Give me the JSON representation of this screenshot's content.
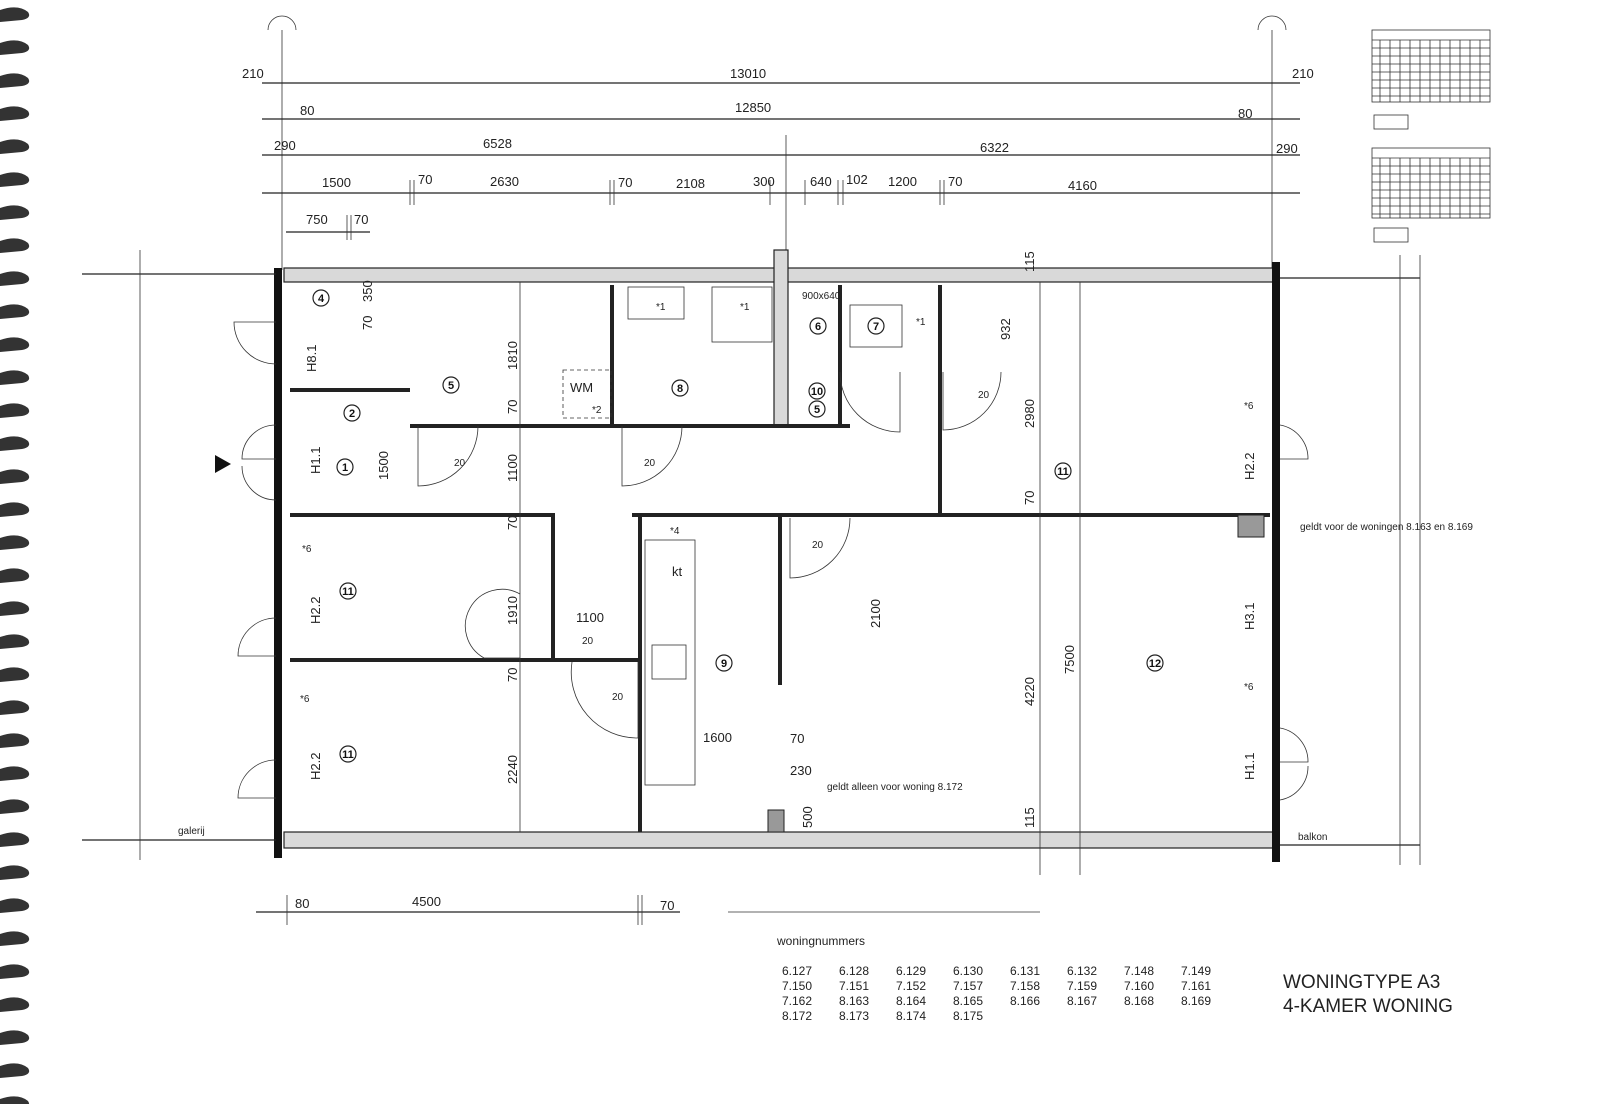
{
  "title": {
    "line1": "WONINGTYPE A3",
    "line2": "4-KAMER WONING"
  },
  "dimensions": {
    "row1": [
      "210",
      "13010",
      "210"
    ],
    "row2": [
      "80",
      "12850",
      "80"
    ],
    "row3": [
      "290",
      "6528",
      "6322",
      "290"
    ],
    "row4": [
      "1500",
      "70",
      "2630",
      "70",
      "2108",
      "300",
      "640",
      "102",
      "1200",
      "70",
      "4160"
    ],
    "row5": [
      "750",
      "70"
    ],
    "bottom": [
      "80",
      "4500",
      "70"
    ],
    "interior": [
      "70",
      "350",
      "1810",
      "70",
      "1100",
      "1500",
      "932",
      "2980",
      "70",
      "115",
      "1910",
      "70",
      "1100",
      "2240",
      "70",
      "2100",
      "4220",
      "7500",
      "1600",
      "70",
      "230",
      "500",
      "115",
      "20",
      "20",
      "20",
      "20",
      "20",
      "20",
      "20"
    ]
  },
  "rooms": [
    "1",
    "2",
    "4",
    "5",
    "8",
    "6",
    "7",
    "10",
    "5",
    "11",
    "11",
    "11",
    "9",
    "12"
  ],
  "codes": [
    "H8.1",
    "H1.1",
    "H2.2",
    "H2.2",
    "H2.2",
    "H3.1",
    "H1.1",
    "WM",
    "kt",
    "900x640"
  ],
  "markers": [
    "*1",
    "*1",
    "*1",
    "*2",
    "*4",
    "*6",
    "*6",
    "*6",
    "*6"
  ],
  "notes": {
    "galerij": "galerij",
    "balkon": "balkon",
    "geldt_voor": "geldt voor de woningen 8.163 en 8.169",
    "geldt_alleen": "geldt alleen voor woning 8.172"
  },
  "table": {
    "heading": "woningnummers",
    "rows": [
      [
        "6.127",
        "6.128",
        "6.129",
        "6.130",
        "6.131",
        "6.132",
        "7.148",
        "7.149"
      ],
      [
        "7.150",
        "7.151",
        "7.152",
        "7.157",
        "7.158",
        "7.159",
        "7.160",
        "7.161"
      ],
      [
        "7.162",
        "8.163",
        "8.164",
        "8.165",
        "8.166",
        "8.167",
        "8.168",
        "8.169"
      ],
      [
        "8.172",
        "8.173",
        "8.174",
        "8.175"
      ]
    ]
  }
}
